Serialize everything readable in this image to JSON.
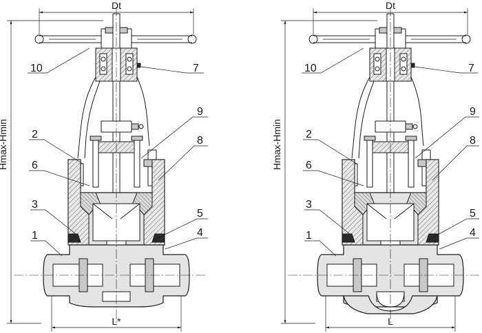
{
  "left_view": {
    "top_dim": "Dt",
    "height_dim": "Hmax-Hmin",
    "bottom_dim": "L*",
    "callouts": [
      "1",
      "2",
      "3",
      "4",
      "5",
      "6",
      "7",
      "8",
      "9",
      "10"
    ]
  },
  "right_view": {
    "top_dim": "Dt",
    "height_dim": "Hmax-Hmin",
    "bottom_dim": "L",
    "callouts": [
      "1",
      "2",
      "3",
      "4",
      "5",
      "6",
      "7",
      "8",
      "9",
      "10"
    ]
  },
  "colors": {
    "line": "#1a1a1a",
    "body_fill": "#e4e4e4",
    "background": "#ffffff"
  }
}
